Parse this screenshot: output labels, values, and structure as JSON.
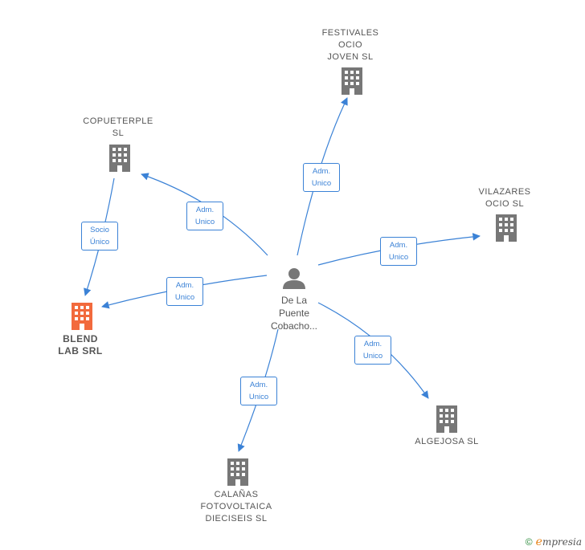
{
  "nodes": {
    "center": {
      "name": "De La\nPuente\nCobacho..."
    },
    "festivales": {
      "name": "FESTIVALES\nOCIO\nJOVEN  SL"
    },
    "copueterple": {
      "name": "COPUETERPLE\nSL"
    },
    "vilazares": {
      "name": "VILAZARES\nOCIO  SL"
    },
    "blend": {
      "name": "BLEND\nLAB SRL"
    },
    "algejosa": {
      "name": "ALGEJOSA  SL"
    },
    "calanas": {
      "name": "CALAÑAS\nFOTOVOLTAICA\nDIECISEIS SL"
    }
  },
  "edges": {
    "to_festivales": "Adm.\nUnico",
    "to_copueterple": "Adm.\nUnico",
    "to_vilazares": "Adm.\nUnico",
    "to_blend": "Adm.\nUnico",
    "to_algejosa": "Adm.\nUnico",
    "to_calanas": "Adm.\nUnico",
    "copueterple_to_blend": "Socio\nÚnico"
  },
  "colors": {
    "edge": "#3b82d6",
    "company": "#777777",
    "focus_company": "#f26a3d",
    "person": "#777777"
  },
  "footer": {
    "copyright": "©",
    "brand_first": "e",
    "brand_rest": "mpresia"
  }
}
